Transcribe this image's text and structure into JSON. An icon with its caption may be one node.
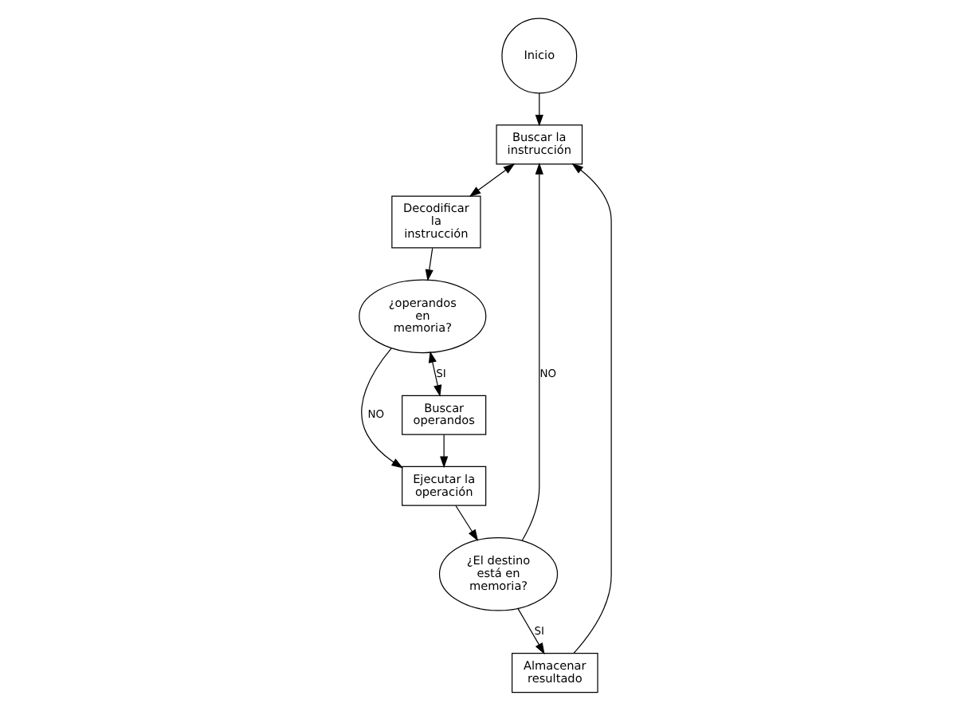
{
  "diagram": {
    "nodes": [
      {
        "text": [
          "Inicio"
        ]
      },
      {
        "text": [
          "Buscar la instrucción"
        ]
      },
      {
        "text": [
          "Almacenar resultado"
        ]
      },
      {
        "text": [
          "Decodificar la instrucción"
        ]
      },
      {
        "text": [
          "¿operandos en memoria?"
        ]
      },
      {
        "text": [
          "¿El destino está en memoria?"
        ]
      },
      {
        "text": [
          "Ejecutar la operación"
        ]
      },
      {
        "text": [
          "Buscar operandos"
        ]
      }
    ],
    "edges": [
      {
        "from": 0,
        "to": 1,
        "arrow": "to"
      },
      {
        "from": 1,
        "to": 3,
        "arrow": "both"
      },
      {
        "from": 3,
        "to": 4,
        "arrow": "to"
      },
      {
        "from": 4,
        "to": 6,
        "arrow": "to",
        "label": "NO"
      },
      {
        "from": 4,
        "to": 7,
        "arrow": "both",
        "label": "SI"
      },
      {
        "from": 7,
        "to": 6,
        "arrow": "to"
      },
      {
        "from": 6,
        "to": 5,
        "arrow": "to"
      },
      {
        "from": 5,
        "to": 2,
        "arrow": "to",
        "label": "SI"
      },
      {
        "from": 5,
        "to": 1,
        "arrow": "to",
        "label": "NO"
      },
      {
        "from": 2,
        "to": 1,
        "arrow": "to"
      }
    ]
  }
}
